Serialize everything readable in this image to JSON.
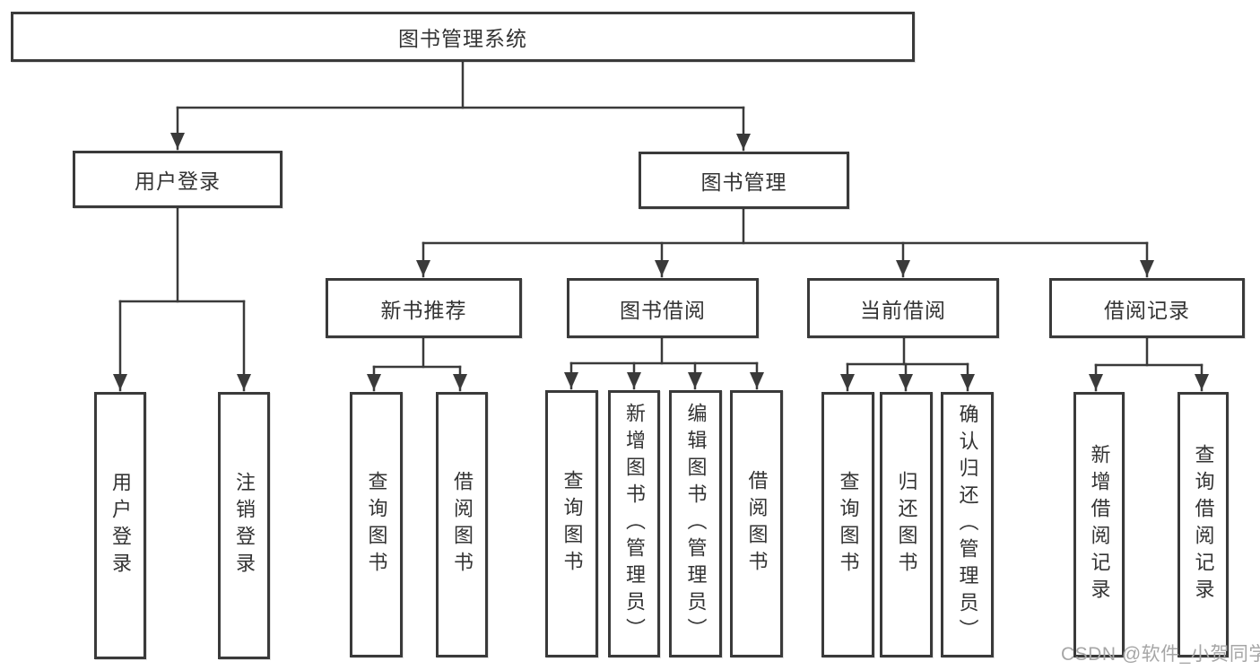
{
  "colors": {
    "line": "#3a3a3a",
    "box_border": "#3a3a3a",
    "box_fill": "#ffffff",
    "text": "#333333",
    "background": "#ffffff",
    "watermark_text": "#a6a6a6"
  },
  "watermark": {
    "text": "CSDN @软件_小贺同学"
  },
  "tree": {
    "root": {
      "label": "图书管理系统",
      "children": [
        {
          "label": "用户登录",
          "children": [
            {
              "label": "用户登录"
            },
            {
              "label": "注销登录"
            }
          ]
        },
        {
          "label": "图书管理",
          "children": [
            {
              "label": "新书推荐",
              "children": [
                {
                  "label": "查询图书"
                },
                {
                  "label": "借阅图书"
                }
              ]
            },
            {
              "label": "图书借阅",
              "children": [
                {
                  "label": "查询图书"
                },
                {
                  "label": "新增图书（管理员）"
                },
                {
                  "label": "编辑图书（管理员）"
                },
                {
                  "label": "借阅图书"
                }
              ]
            },
            {
              "label": "当前借阅",
              "children": [
                {
                  "label": "查询图书"
                },
                {
                  "label": "归还图书"
                },
                {
                  "label": "确认归还（管理员）"
                }
              ]
            },
            {
              "label": "借阅记录",
              "children": [
                {
                  "label": "新增借阅记录"
                },
                {
                  "label": "查询借阅记录"
                }
              ]
            }
          ]
        }
      ]
    }
  }
}
